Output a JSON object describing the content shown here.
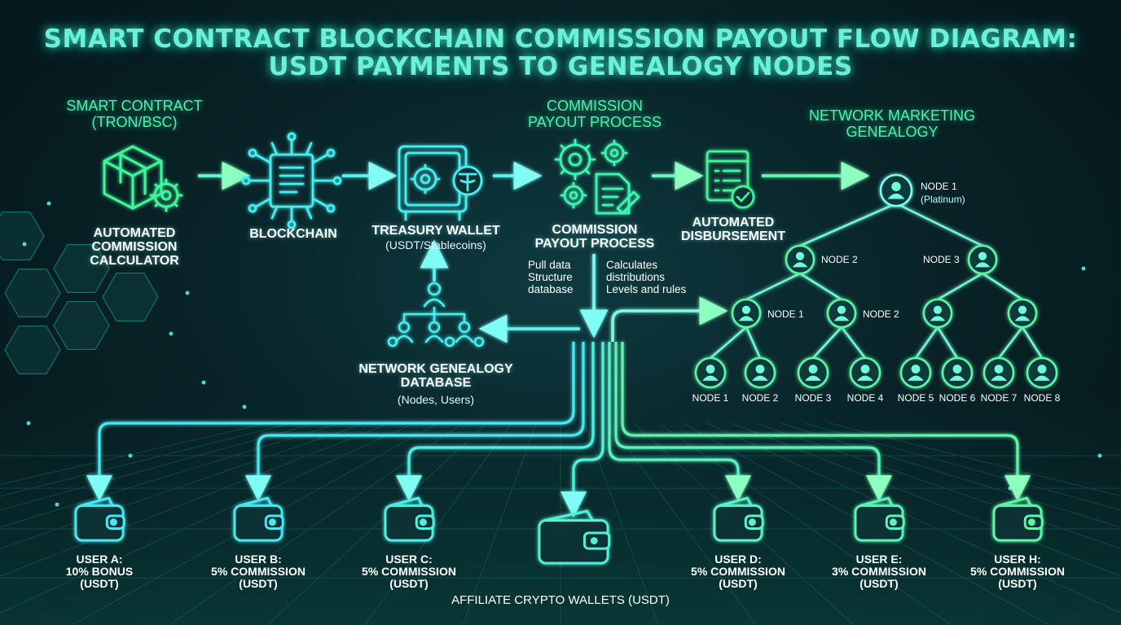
{
  "title": {
    "line1": "SMART CONTRACT BLOCKCHAIN COMMISSION PAYOUT FLOW DIAGRAM:",
    "line2": "USDT PAYMENTS TO GENEALOGY NODES"
  },
  "smart_contract": {
    "header_line1": "SMART CONTRACT",
    "header_line2": "(TRON/BSC)",
    "caption_line1": "AUTOMATED",
    "caption_line2": "COMMISSION",
    "caption_line3": "CALCULATOR",
    "icon": "cube-gear-icon"
  },
  "blockchain": {
    "caption": "BLOCKCHAIN",
    "icon": "chip-document-icon"
  },
  "treasury": {
    "caption": "TREASURY WALLET",
    "sub": "(USDT/Stablecoins)",
    "icon": "safe-tether-icon"
  },
  "payout": {
    "header_line1": "COMMISSION",
    "header_line2": "PAYOUT PROCESS",
    "caption_line1": "COMMISSION",
    "caption_line2": "PAYOUT PROCESS",
    "note_left": [
      "Pull data",
      "Structure",
      "database"
    ],
    "note_right": [
      "Calculates",
      "distributions",
      "Levels and rules"
    ],
    "icon": "gears-document-icon"
  },
  "disbursement": {
    "caption_line1": "AUTOMATED",
    "caption_line2": "DISBURSEMENT",
    "icon": "checklist-check-icon"
  },
  "genealogy_db": {
    "caption_line1": "NETWORK GENEALOGY",
    "caption_line2": "DATABASE",
    "sub": "(Nodes, Users)",
    "icon": "hierarchy-users-icon"
  },
  "network": {
    "header_line1": "NETWORK MARKETING",
    "header_line2": "GENEALOGY",
    "root": {
      "label": "NODE 1",
      "sub": "(Platinum)"
    },
    "level2": [
      "NODE 2",
      "NODE 3"
    ],
    "level3": [
      "NODE 1",
      "NODE 2"
    ],
    "leaves": [
      "NODE 1",
      "NODE 2",
      "NODE 3",
      "NODE 4",
      "NODE 5",
      "NODE 6",
      "NODE 7",
      "NODE 8"
    ]
  },
  "wallets": [
    {
      "line1": "USER A:",
      "line2": "10% BONUS",
      "line3": "(USDT)"
    },
    {
      "line1": "USER B:",
      "line2": "5% COMMISSION",
      "line3": "(USDT)"
    },
    {
      "line1": "USER C:",
      "line2": "5% COMMISSION",
      "line3": "(USDT)"
    },
    {
      "line1": "USER D:",
      "line2": "5% COMMISSION",
      "line3": "(USDT)"
    },
    {
      "line1": "USER E:",
      "line2": "3% COMMISSION",
      "line3": "(USDT)"
    },
    {
      "line1": "USER H:",
      "line2": "5% COMMISSION",
      "line3": "(USDT)"
    }
  ],
  "footer": "AFFILIATE CRYPTO WALLETS (USDT)",
  "colors": {
    "cyan": "#3ff6f0",
    "green": "#3ff59a",
    "teal": "#2fe6c0"
  }
}
